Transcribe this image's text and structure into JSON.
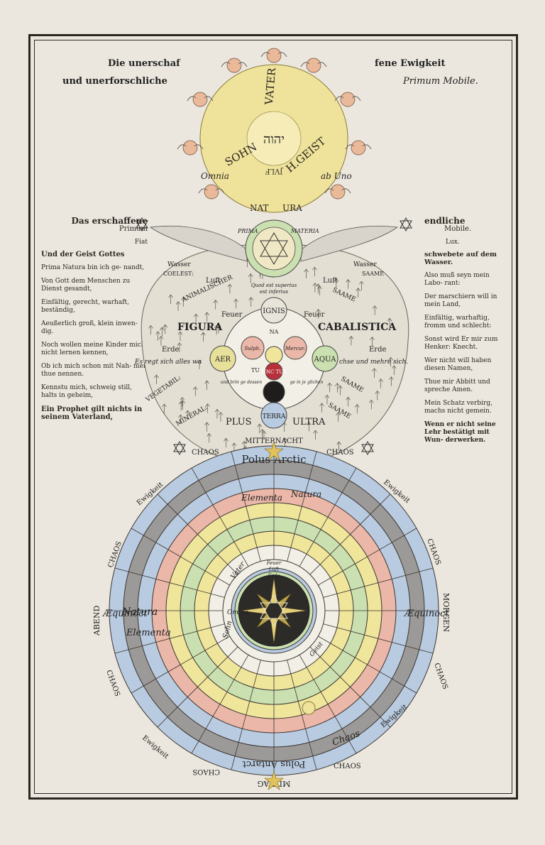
{
  "header": {
    "left_line1": "Die unerschaf",
    "left_line2": "und unerforschliche",
    "right_line1": "fene Ewigkeit",
    "right_line2": "Primum Mobile."
  },
  "sun": {
    "word_top": "VATER",
    "word_left": "SOHN",
    "word_right": "H.GEIST",
    "word_bottom": "JVLF",
    "hebrew": "יהוה",
    "omnia": "Omnia",
    "ab_uno": "ab Uno",
    "natura_left": "NAT",
    "natura_right": "URA"
  },
  "left_column": {
    "title1": "Das erschaffene",
    "title2": "Primum",
    "title3": "Fiat",
    "lines": [
      "Und der Geist Gottes",
      "Prima Natura bin ich ge- nandt,",
      "Von Gott dem Menschen zu Dienst gesandt,",
      "Einfältig, gerecht, warhaft, beständig,",
      "Aeußerlich groß, klein inwen- dig.",
      "Noch wollen meine Kinder mich nicht lernen kennen,",
      "Ob ich mich schon mit Nah- men thue nennen.",
      "Kennstu mich, schweig still, halts in geheim,",
      "Ein Prophet gilt nichts in seinem Vaterland,"
    ]
  },
  "right_column": {
    "title1": "endliche",
    "title2": "Mobile.",
    "title3": "Lux.",
    "lines": [
      "schwebete auf dem Wasser.",
      "Also muß seyn mein Labo- rant:",
      "Der marschiern will in mein Land,",
      "Einfältig, warhaftig, fromm und schlecht:",
      "Sonst wird Er mir zum Henker: Knecht.",
      "Wer nicht will haben diesen Namen,",
      "Thue mir Abbitt und spreche Amen.",
      "Mein Schatz verbirg, machs nicht gemein.",
      "Wenn er nicht seine Lehr bestätigt mit Wun- derwerken."
    ]
  },
  "middle": {
    "prima": "PRIMA",
    "materia": "MATERIA",
    "wasser_l": "Wasser",
    "wasser_r": "Wasser",
    "coelest": "COELEST:",
    "saame_r": "SAAME",
    "luft_l": "Luft",
    "luft_r": "Luft",
    "quod": "Quod est superius",
    "est": "est inferius",
    "animalischer": "ANIMALISCHER",
    "saame2": "SAAME",
    "feuer_l": "Feuer",
    "feuer_r": "Feuer",
    "ignis": "IGNIS",
    "figura": "FIGURA",
    "cabalistica": "CABALISTICA",
    "na": "NA",
    "sulph": "Sulph.",
    "mercur": "Mercur.",
    "erde_l": "Erde",
    "erde_r": "Erde",
    "aer": "AER",
    "aqua": "AQUA",
    "esrege": "Es regt sich alles wa",
    "chse": "chse und mehre sich.",
    "tu": "TU",
    "tinctur": "TINC TUR",
    "undbrin": "und brin ge dessen",
    "geinje": "ge in je glichen",
    "vegetabil": "VEGETABIL:",
    "saame3": "SAAME",
    "mineral": "MINERAL:",
    "saame4": "SAAME",
    "plus": "PLUS",
    "terra": "TERRA",
    "ultra": "ULTRA",
    "mitternacht": "MITTERNACHT",
    "chaos_l": "CHAOS",
    "chaos_r": "CHAOS"
  },
  "wheel": {
    "polus_arctic": "Polus Arctic",
    "polus_antarct": "Polus Antarct",
    "equinoct_l": "Æquinoct",
    "equinoct_r": "Æquinoct",
    "ewigkeit": "Ewigkeit",
    "chaos": "CHAOS",
    "morgen": "MORGEN",
    "abend": "ABEND",
    "mittag": "MITTAG",
    "omnia": "Omnia",
    "vater": "Vater",
    "sohn": "Sohn",
    "geist": "Geist",
    "feuer": "Feuer",
    "luft": "Luft",
    "erde": "Erde",
    "ring_words": [
      "Natura",
      "Elementa",
      "Chaos",
      "Elementa",
      "Natura"
    ]
  },
  "colors": {
    "paper": "#ebe7de",
    "ink": "#2a2622",
    "sun": "#efe29a",
    "blue": "#b9cbe0",
    "pink": "#ebb7a8",
    "yellow": "#efe59b",
    "green": "#cbe0b0",
    "grey": "#9c9a98"
  }
}
